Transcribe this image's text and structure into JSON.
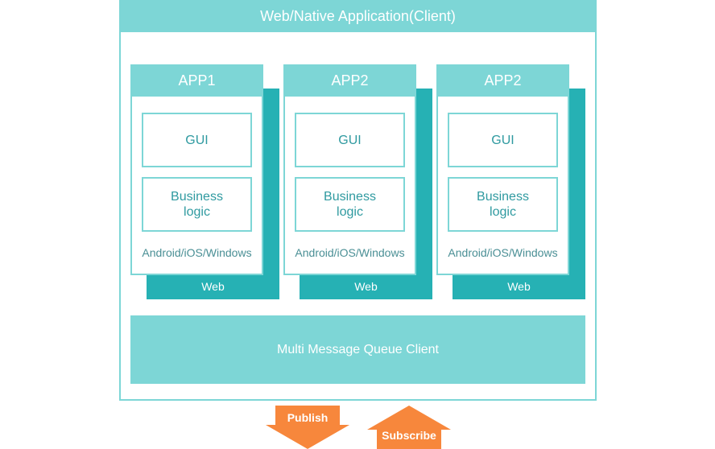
{
  "client": {
    "title": "Web/Native Application(Client)"
  },
  "apps": [
    {
      "title": "APP1",
      "gui": "GUI",
      "logic": "Business\nlogic",
      "platform": "Android/iOS/Windows",
      "web": "Web"
    },
    {
      "title": "APP2",
      "gui": "GUI",
      "logic": "Business\nlogic",
      "platform": "Android/iOS/Windows",
      "web": "Web"
    },
    {
      "title": "APP2",
      "gui": "GUI",
      "logic": "Business\nlogic",
      "platform": "Android/iOS/Windows",
      "web": "Web"
    }
  ],
  "queue": {
    "label": "Multi Message Queue Client"
  },
  "arrows": {
    "publish": "Publish",
    "subscribe": "Subscribe"
  },
  "colors": {
    "accent_light": "#7dd6d6",
    "accent_dark": "#26b1b4",
    "arrow": "#f7873c"
  }
}
